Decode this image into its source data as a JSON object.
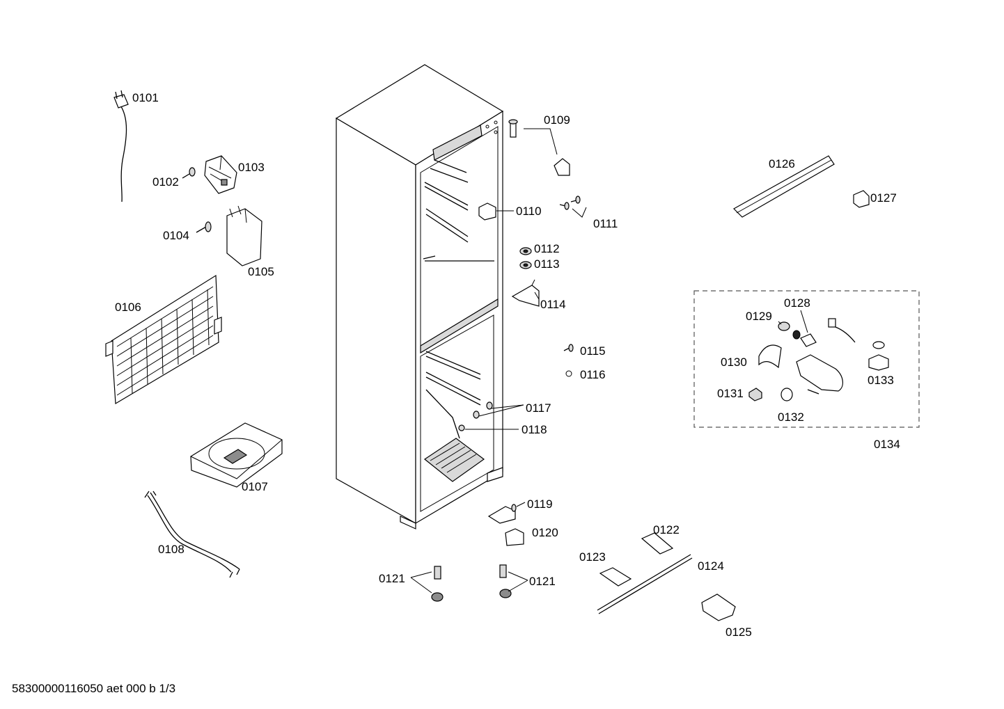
{
  "labels": {
    "p0101": "0101",
    "p0102": "0102",
    "p0103": "0103",
    "p0104": "0104",
    "p0105": "0105",
    "p0106": "0106",
    "p0107": "0107",
    "p0108": "0108",
    "p0109": "0109",
    "p0110": "0110",
    "p0111": "0111",
    "p0112": "0112",
    "p0113": "0113",
    "p0114": "0114",
    "p0115": "0115",
    "p0116": "0116",
    "p0117": "0117",
    "p0118": "0118",
    "p0119": "0119",
    "p0120": "0120",
    "p0121a": "0121",
    "p0121b": "0121",
    "p0122": "0122",
    "p0123": "0123",
    "p0124": "0124",
    "p0125": "0125",
    "p0126": "0126",
    "p0127": "0127",
    "p0128": "0128",
    "p0129": "0129",
    "p0130": "0130",
    "p0131": "0131",
    "p0132": "0132",
    "p0133": "0133",
    "p0134": "0134"
  },
  "footer": {
    "doc_code": "58300000116050 aet 000 b 1/3"
  }
}
